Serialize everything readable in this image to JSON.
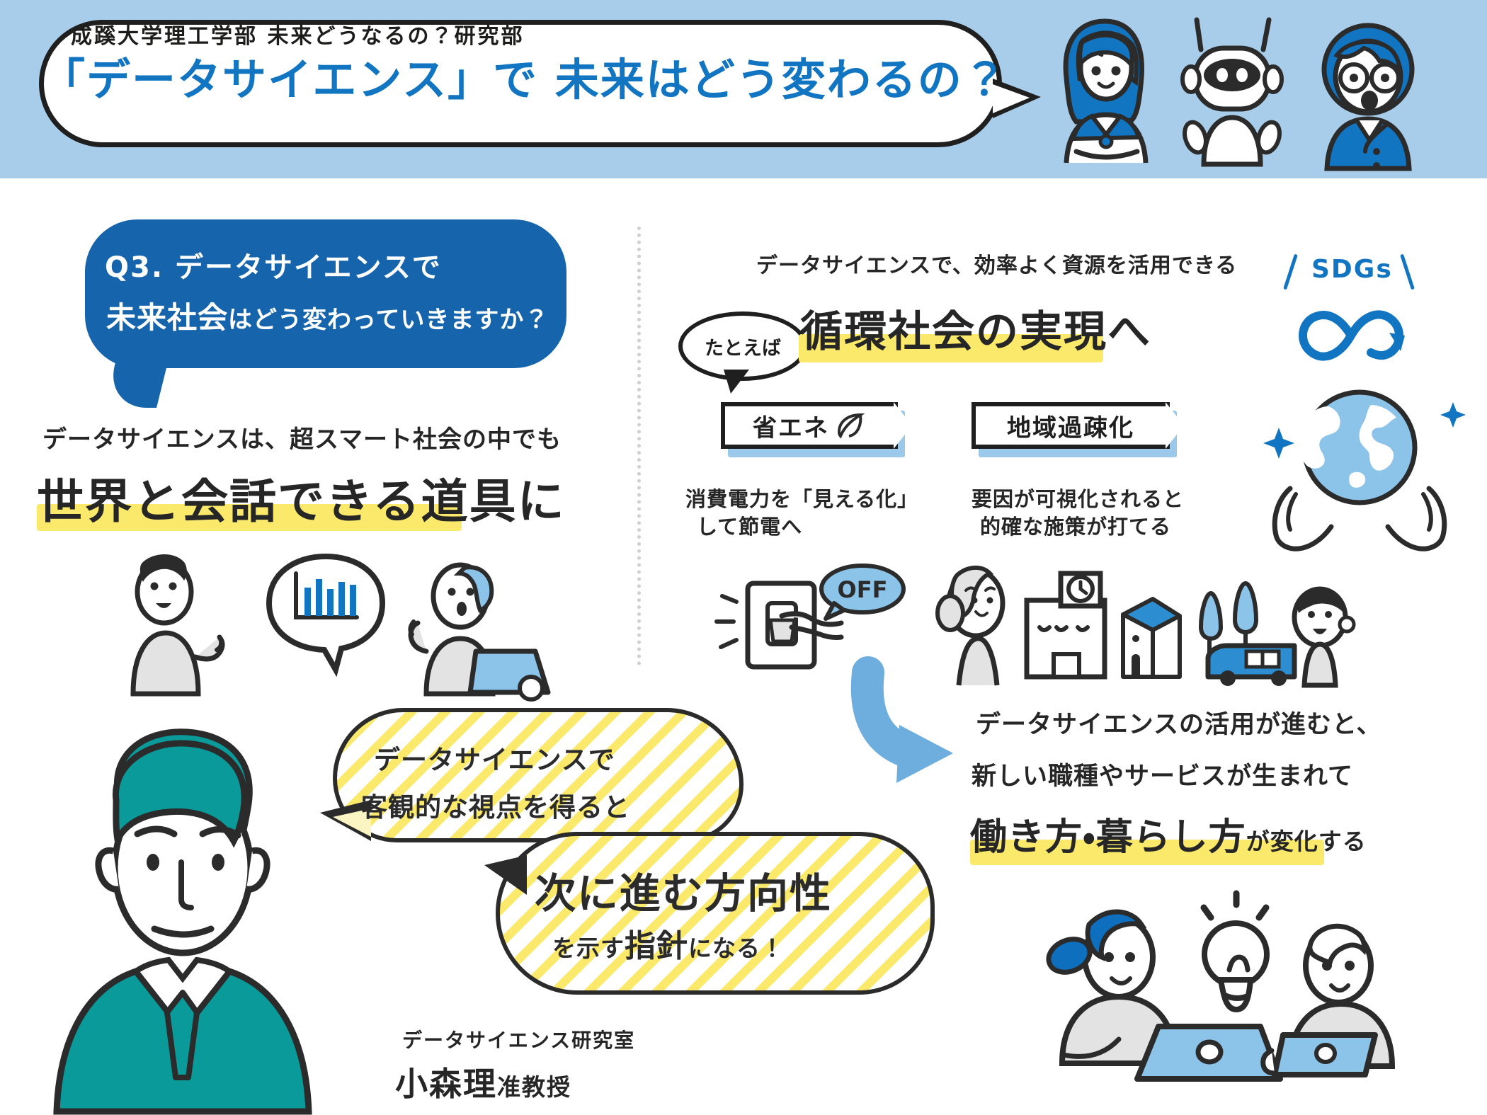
{
  "header": {
    "subtitle": "成蹊大学理工学部 未来どうなるの？研究部",
    "title": "「データサイエンス」で 未来はどう変わるの？",
    "band_color": "#a8cdea",
    "title_color": "#1275c1",
    "characters": [
      "girl-character",
      "robot-character",
      "boy-character"
    ]
  },
  "left": {
    "question": {
      "line1": "Q3. データサイエンスで",
      "line2_big": "未来社会",
      "line2_rest": "はどう変わっていきますか？",
      "bubble_color": "#1664ac"
    },
    "lead": "データサイエンスは、超スマート社会の中でも",
    "headline": "世界と会話できる道具に",
    "highlight_color": "#fbe96b",
    "illustration": [
      "person-speaking",
      "bar-chart-speech-bubble",
      "person-with-laptop"
    ]
  },
  "right": {
    "lead": "データサイエンスで、効率よく資源を活用できる",
    "example_label": "たとえば",
    "headline": "循環社会の実現へ",
    "sdgs_label": "SDGs",
    "tags": [
      {
        "label": "省エネ",
        "icon": "leaf-icon"
      },
      {
        "label": "地域過疎化",
        "icon": ""
      }
    ],
    "bodies": [
      "消費電力を「見える化」\nして節電へ",
      "要因が可視化されると\n的確な施策が打てる"
    ],
    "body1_line1": "消費電力を「見える化」",
    "body1_line2": "して節電へ",
    "body2_line1": "要因が可視化されると",
    "body2_line2": "的確な施策が打てる",
    "switch_label": "OFF",
    "illustration": [
      "hand-light-switch",
      "elderly-woman",
      "school-building",
      "house",
      "trees",
      "bus",
      "boy"
    ]
  },
  "professor": {
    "speech1_line1": "データサイエンスで",
    "speech1_line2": "客観的な視点を得ると",
    "speech2_line1": "次に進む方向性",
    "speech2_line2_pre": "を示す",
    "speech2_line2_big": "指針",
    "speech2_line2_post": "になる！",
    "lab": "データサイエンス研究室",
    "name": "小森理",
    "title": "准教授",
    "portrait": "professor-portrait"
  },
  "bottom_right": {
    "line1": "データサイエンスの活用が進むと、",
    "line2": "新しい職種やサービスが生まれて",
    "line3_big": "働き方・暮らし方",
    "line3_rest": "が変化する",
    "arrow": "curved-arrow",
    "illustration": [
      "woman-with-laptop",
      "lightbulb-idea",
      "man-with-tablet"
    ]
  },
  "colors": {
    "brand_blue": "#1275c1",
    "deep_blue": "#1664ac",
    "light_blue": "#9cc9ea",
    "pale_blue": "#a8cdea",
    "highlight_yellow": "#fbe96b",
    "ink": "#262626",
    "grey_fill": "#e3e3e3"
  }
}
